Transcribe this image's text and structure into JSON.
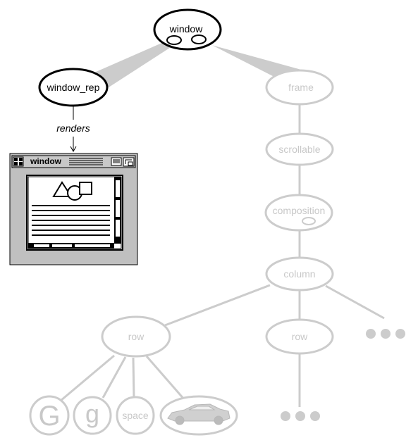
{
  "nodes": {
    "window": "window",
    "window_rep": "window_rep",
    "frame": "frame",
    "scrollable": "scrollable",
    "composition": "composition",
    "column": "column",
    "row_left": "row",
    "row_right": "row",
    "glyph_G": "G",
    "glyph_g": "g",
    "space": "space"
  },
  "edge_label": "renders",
  "window_widget": {
    "title": "window"
  },
  "colors": {
    "active": "#000000",
    "inactive": "#cccccc",
    "window_bg": "#c0c0c0"
  },
  "icons": [
    "car-icon",
    "ellipsis-icon",
    "composition-blob-icon"
  ]
}
